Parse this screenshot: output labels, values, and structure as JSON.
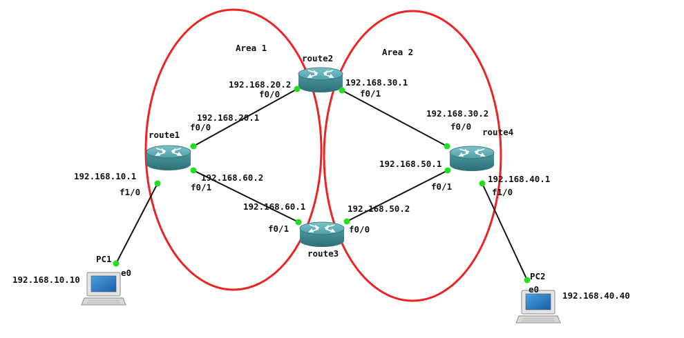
{
  "areas": {
    "area1": "Area 1",
    "area2": "Area 2"
  },
  "nodes": {
    "route1": "route1",
    "route2": "route2",
    "route3": "route3",
    "route4": "route4",
    "pc1": "PC1",
    "pc2": "PC2"
  },
  "labels": {
    "r2_ip_left": "192.168.20.2",
    "r2_if_left": "f0/0",
    "r2_ip_right": "192.168.30.1",
    "r2_if_right": "f0/1",
    "r1_ip_top": "192.168.20.1",
    "r1_if_top": "f0/0",
    "r1_ip_right": "192.168.60.2",
    "r1_if_right": "f0/1",
    "r1_ip_bottom": "192.168.10.1",
    "r1_if_bottom": "f1/0",
    "r4_ip_top": "192.168.30.2",
    "r4_if_top": "f0/0",
    "r4_ip_left": "192.168.50.1",
    "r4_if_left": "f0/1",
    "r4_ip_bottom": "192.168.40.1",
    "r4_if_bottom": "f1/0",
    "r3_ip_left": "192.168.60.1",
    "r3_if_left": "f0/1",
    "r3_ip_right": "192.168.50.2",
    "r3_if_right": "f0/0",
    "pc1_ip": "192.168.10.10",
    "pc1_if": "e0",
    "pc2_ip": "192.168.40.40",
    "pc2_if": "e0"
  },
  "colors": {
    "area_ellipse": "#ee2222",
    "port_dot": "#22dd22",
    "link": "#111111",
    "router_body": "#3f8f96",
    "router_top": "#5fb0b6"
  }
}
